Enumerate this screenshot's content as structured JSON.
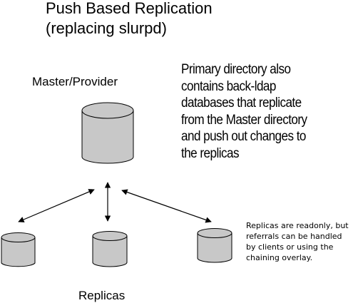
{
  "title": {
    "line1": "Push Based Replication",
    "line2": "(replacing slurpd)"
  },
  "master": {
    "label": "Master/Provider"
  },
  "replicas": {
    "label": "Replicas",
    "count": 3
  },
  "notes": {
    "primary_directory": [
      "Primary directory also",
      "contains back-ldap",
      "databases that replicate",
      "from the Master directory",
      "and push out changes to",
      "the replicas"
    ],
    "replicas_readonly": [
      "Replicas are readonly, but",
      "referrals can be handled",
      "by clients or using the",
      "chaining overlay."
    ]
  },
  "colors": {
    "cylinder_fill": "#c8c8c8",
    "stroke": "#000000",
    "background": "#ffffff"
  }
}
